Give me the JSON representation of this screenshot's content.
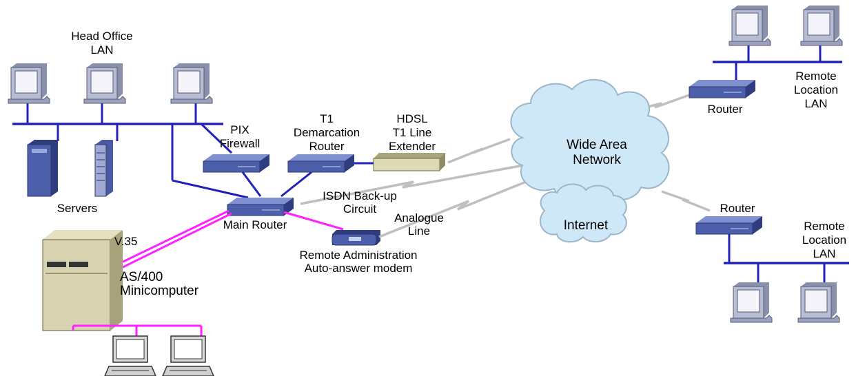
{
  "labels": {
    "head_office_1": "Head Office",
    "head_office_2": "LAN",
    "servers": "Servers",
    "pix_1": "PIX",
    "pix_2": "Firewall",
    "t1_1": "T1",
    "t1_2": "Demarcation",
    "t1_3": "Router",
    "hdsl_1": "HDSL",
    "hdsl_2": "T1 Line",
    "hdsl_3": "Extender",
    "isdn_1": "ISDN Back-up",
    "isdn_2": "Circuit",
    "analogue_1": "Analogue",
    "analogue_2": "Line",
    "main_router": "Main Router",
    "remote_admin_1": "Remote Administration",
    "remote_admin_2": "Auto-answer modem",
    "v35": "V.35",
    "as400_1": "AS/400",
    "as400_2": "Minicomputer",
    "wan_1": "Wide Area",
    "wan_2": "Network",
    "internet": "Internet",
    "router_top": "Router",
    "router_bottom": "Router",
    "remote_top_1": "Remote",
    "remote_top_2": "Location",
    "remote_top_3": "LAN",
    "remote_bottom_1": "Remote",
    "remote_bottom_2": "Location",
    "remote_bottom_3": "LAN"
  },
  "colors": {
    "lan_line": "#2222bb",
    "serial_line": "#ff22ff",
    "wan_link": "#bfbfbf",
    "cloud_fill": "#cfe8f8",
    "device_blue": "#4a5ca8",
    "beige": "#d8d2b0"
  }
}
